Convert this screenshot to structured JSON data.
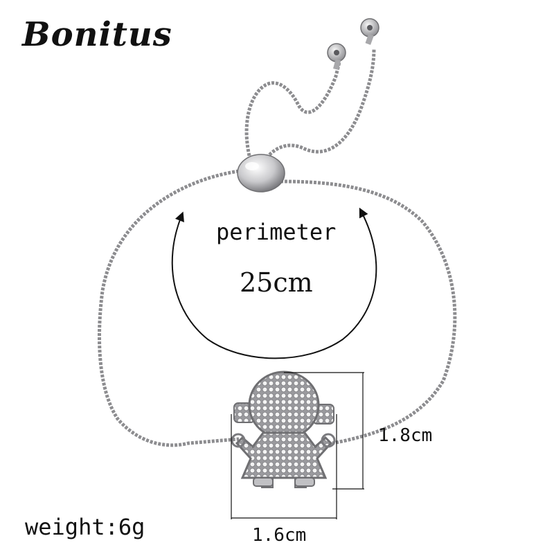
{
  "brand": {
    "logo_text": "Bonitus"
  },
  "product": {
    "perimeter_label": "perimeter",
    "perimeter_value": "25cm",
    "pendant_height": "1.8cm",
    "pendant_width": "1.6cm",
    "weight": "weight:6g"
  },
  "colors": {
    "metal": "#b9b9bb",
    "metal_dark": "#6f6f72",
    "ink": "#111111"
  }
}
